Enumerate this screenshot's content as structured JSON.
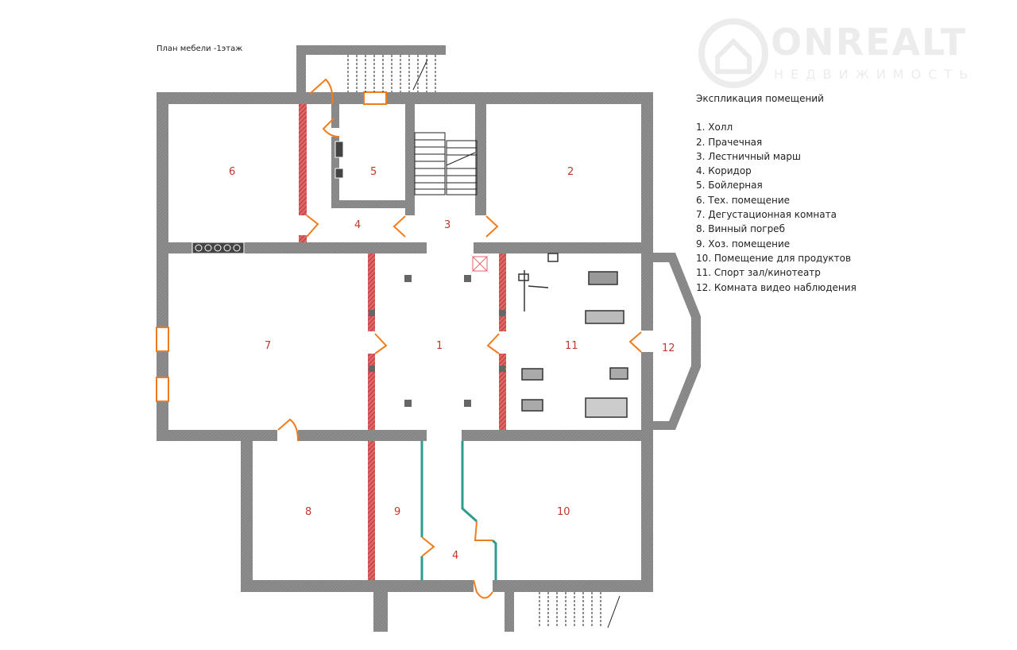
{
  "title": "План мебели   -1этаж",
  "logo": {
    "name": "ONREALT",
    "tagline": "НЕДВИЖИМОСТЬ"
  },
  "legend": {
    "heading": "Экспликация помещений",
    "items": [
      "1. Холл",
      "2. Прачечная",
      "3. Лестничный марш",
      "4. Коридор",
      "5. Бойлерная",
      "6. Тех. помещение",
      "7. Дегустационная комната",
      "8. Винный погреб",
      "9. Хоз. помещение",
      "10. Помещение для продуктов",
      "11. Спорт зал/кинотеатр",
      "12. Комната видео наблюдения"
    ]
  },
  "rooms": {
    "r1": "1",
    "r2": "2",
    "r3": "3",
    "r4a": "4",
    "r4b": "4",
    "r5": "5",
    "r6": "6",
    "r7": "7",
    "r8": "8",
    "r9": "9",
    "r10": "10",
    "r11": "11",
    "r12": "12"
  },
  "colors": {
    "wall": "#8c8c8c",
    "partition": "#c0392b",
    "door": "#f07c1c",
    "glass": "#2a9d8f",
    "label": "#c0392b"
  }
}
